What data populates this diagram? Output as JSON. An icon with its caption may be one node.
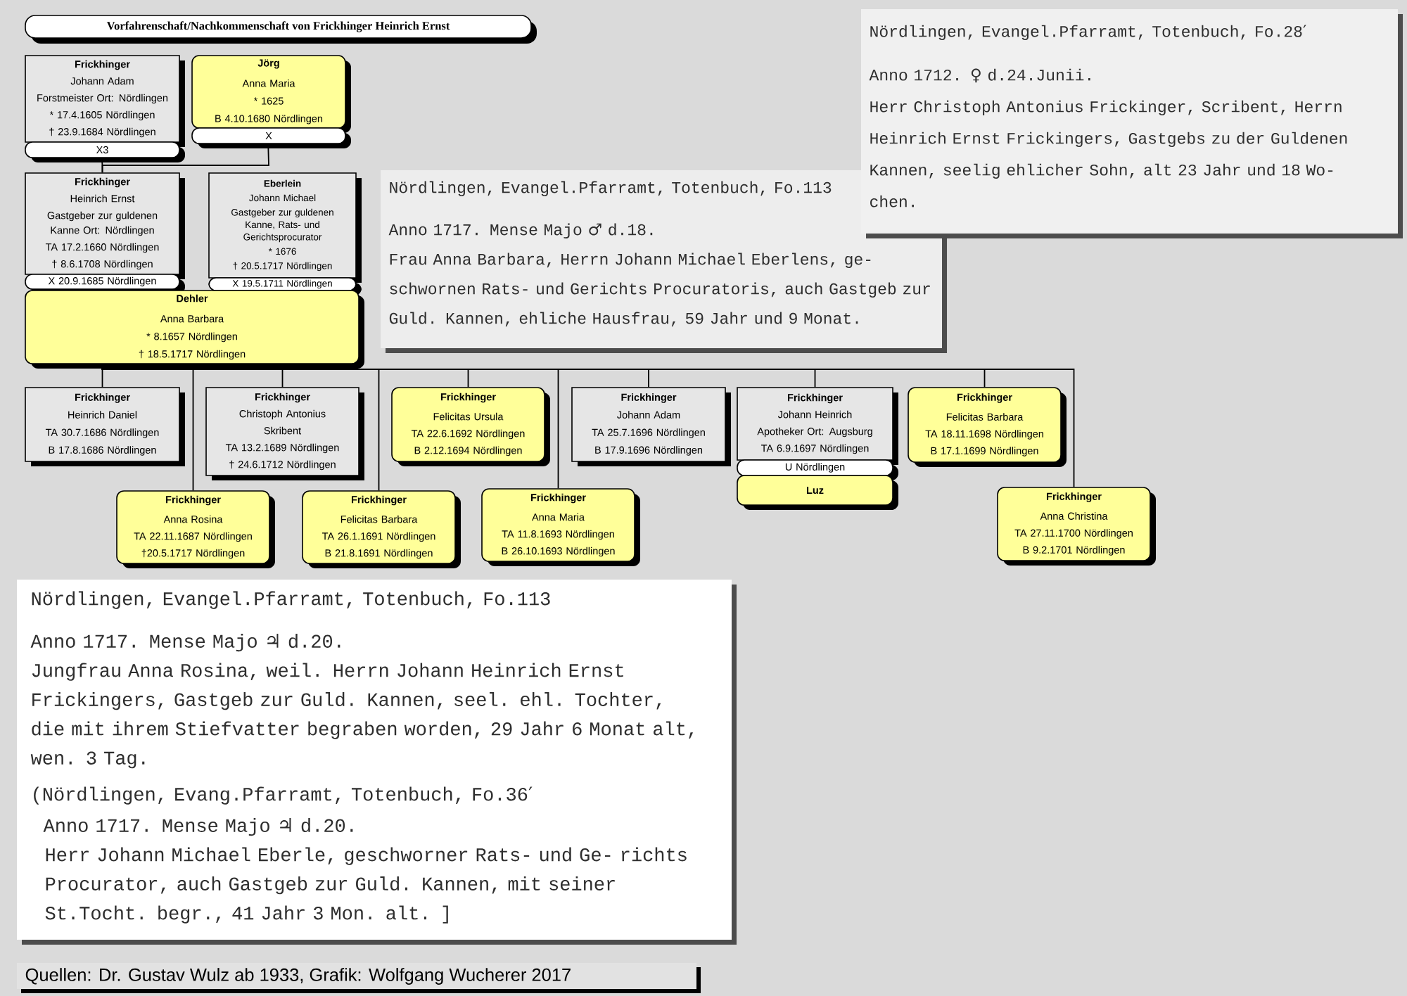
{
  "diagram": {
    "title": "Vorfahrenschaft/Nachkommenschaft von Frickhinger Heinrich Ernst",
    "caption": "Quellen: Dr. Gustav Wulz ab 1933, Grafik: Wolfgang Wucherer 2017",
    "nodes": [
      {
        "text": [
          "Frickhinger",
          "Johann Adam",
          "Forstmeister Ort: Nördlingen",
          "* 17.4.1605 Nördlingen",
          "† 23.9.1684 Nördlingen"
        ]
      },
      {
        "text": [
          "X3"
        ]
      },
      {
        "text": [
          "Jörg",
          "Anna Maria",
          "* 1625",
          "B 4.10.1680 Nördlingen"
        ]
      },
      {
        "text": [
          "X"
        ]
      },
      {
        "text": [
          "Frickhinger",
          "Heinrich Ernst",
          "Gastgeber zur guldenen Kanne Ort: Nördlingen",
          "TA 17.2.1660 Nördlingen",
          "† 8.6.1708 Nördlingen"
        ]
      },
      {
        "text": [
          "X 20.9.1685 Nördlingen"
        ]
      },
      {
        "text": [
          "Eberlein",
          "Johann Michael",
          "Gastgeber zur guldenen Kanne, Rats- und Gerichtsprocurator",
          "* 1676",
          "† 20.5.1717 Nördlingen"
        ]
      },
      {
        "text": [
          "X 19.5.1711 Nördlingen"
        ]
      },
      {
        "text": [
          "Dehler",
          "Anna Barbara",
          "* 8.1657 Nördlingen",
          "† 18.5.1717 Nördlingen"
        ]
      },
      {
        "text": [
          "Frickhinger",
          "Heinrich Daniel",
          "TA 30.7.1686 Nördlingen",
          "B 17.8.1686 Nördlingen"
        ]
      },
      {
        "text": [
          "Frickhinger",
          "Anna Rosina",
          "TA 22.11.1687 Nördlingen",
          "†20.5.1717 Nördlingen"
        ]
      },
      {
        "text": [
          "Frickhinger",
          "Christoph Antonius",
          "Skribent",
          "TA 13.2.1689 Nördlingen",
          "† 24.6.1712 Nördlingen"
        ]
      },
      {
        "text": [
          "Frickhinger",
          "Felicitas Barbara",
          "TA 26.1.1691 Nördlingen",
          "B 21.8.1691 Nördlingen"
        ]
      },
      {
        "text": [
          "Frickhinger",
          "Felicitas Ursula",
          "TA 22.6.1692 Nördlingen",
          "B 2.12.1694 Nördlingen"
        ]
      },
      {
        "text": [
          "Frickhinger",
          "Anna Maria",
          "TA 11.8.1693 Nördlingen",
          "B 26.10.1693 Nördlingen"
        ]
      },
      {
        "text": [
          "Frickhinger",
          "Johann Adam",
          "TA 25.7.1696 Nördlingen",
          "B 17.9.1696 Nördlingen"
        ]
      },
      {
        "text": [
          "Frickhinger",
          "Johann Heinrich",
          "Apotheker Ort: Augsburg",
          "TA 6.9.1697 Nördlingen"
        ]
      },
      {
        "text": [
          "U Nördlingen"
        ]
      },
      {
        "text": [
          "Luz"
        ]
      },
      {
        "text": [
          "Frickhinger",
          "Felicitas Barbara",
          "TA 18.11.1698 Nördlingen",
          "B 17.1.1699 Nördlingen"
        ]
      },
      {
        "text": [
          "Frickhinger",
          "Anna Christina",
          "TA 27.11.1700 Nördlingen",
          "B 9.2.1701 Nördlingen"
        ]
      },
      {
        "text": [
          "Nördlingen, Evangel.Pfarramt, Totenbuch, Fo.113",
          "Anno 1717. Mense Majo ♂ d.18.",
          "Frau Anna Barbara, Herrn Johann Michael Eberlens, ge- schwornen Rats- und Gerichts Procuratoris, auch Gastgeb zur Guld. Kannen, ehliche Hausfrau, 59 Jahr und 9 Monat."
        ]
      },
      {
        "text": [
          "Nördlingen, Evangel.Pfarramt, Totenbuch, Fo.28′",
          "Anno 1712. ♀ d.24.Junii.",
          "Herr Christoph Antonius Frickinger, Scribent, Herrn Heinrich Ernst Frickingers, Gastgebs zu der Guldenen Kannen, seelig ehlicher Sohn, alt 23 Jahr und 18 Wo- chen."
        ]
      },
      {
        "text": [
          "Nördlingen, Evangel.Pfarramt, Totenbuch, Fo.113",
          "Anno 1717. Mense Majo ♃ d.20.",
          "Jungfrau Anna Rosina, weil. Herrn Johann Heinrich Ernst Frickingers, Gastgeb zur Guld. Kannen, seel. ehl. Tochter, die mit ihrem Stiefvatter begraben worden, 29 Jahr 6 Monat alt, wen. 3 Tag.",
          "(Nördlingen, Evang.Pfarramt, Totenbuch, Fo.36′",
          "Anno 1717. Mense Majo ♃ d.20.",
          "Herr Johann Michael Eberle, geschworner Rats- und Ge- richts Procurator, auch Gastgeb zur Guld. Kannen, mit seiner St.Tocht. begr., 41 Jahr 3 Mon. alt. ]"
        ]
      }
    ],
    "edges": [
      {
        "from": 1,
        "to": 4,
        "arrow": "none"
      },
      {
        "from": 3,
        "to": 4,
        "arrow": "none"
      },
      {
        "from": 8,
        "to": 9,
        "arrow": "none"
      },
      {
        "from": 8,
        "to": 10,
        "arrow": "none"
      },
      {
        "from": 8,
        "to": 11,
        "arrow": "none"
      },
      {
        "from": 8,
        "to": 12,
        "arrow": "none"
      },
      {
        "from": 8,
        "to": 13,
        "arrow": "none"
      },
      {
        "from": 8,
        "to": 14,
        "arrow": "none"
      },
      {
        "from": 8,
        "to": 15,
        "arrow": "none"
      },
      {
        "from": 8,
        "to": 16,
        "arrow": "none"
      },
      {
        "from": 8,
        "to": 19,
        "arrow": "none"
      },
      {
        "from": 8,
        "to": 20,
        "arrow": "none"
      }
    ]
  }
}
